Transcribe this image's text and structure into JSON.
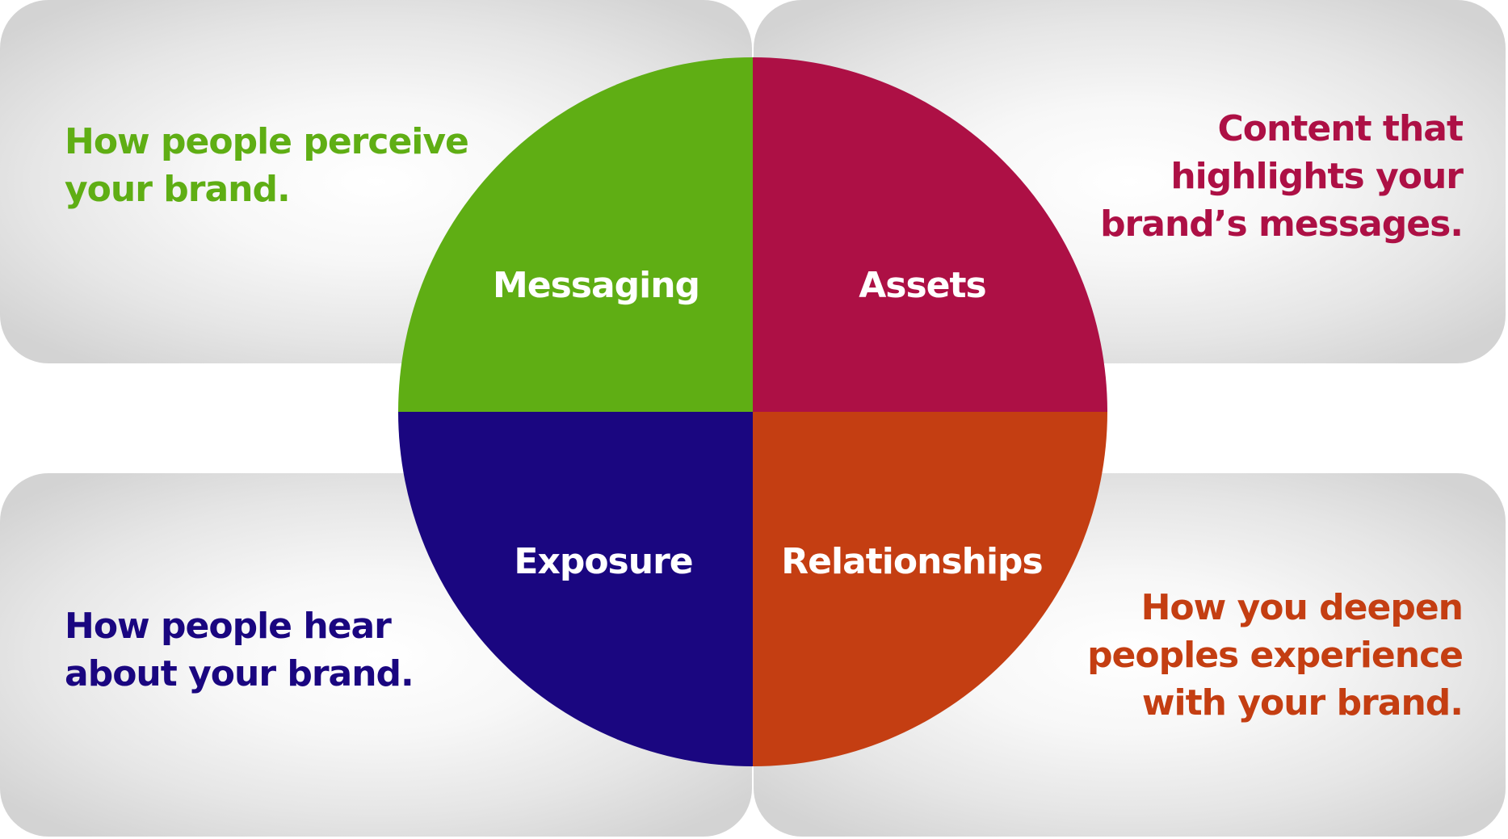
{
  "diagram": {
    "quadrants": [
      {
        "key": "top_left",
        "label": "Messaging",
        "color": "#5fae14",
        "description_lines": [
          "How people perceive",
          "your brand."
        ]
      },
      {
        "key": "top_right",
        "label": "Assets",
        "color": "#ad1045",
        "description_lines": [
          "Content that",
          "highlights your",
          "brand’s messages."
        ]
      },
      {
        "key": "bottom_left",
        "label": "Exposure",
        "color": "#1a0680",
        "description_lines": [
          "How people hear",
          "about your brand."
        ]
      },
      {
        "key": "bottom_right",
        "label": "Relationships",
        "color": "#c43e12",
        "description_lines": [
          "How you deepen",
          "peoples experience",
          "with your brand."
        ]
      }
    ]
  }
}
